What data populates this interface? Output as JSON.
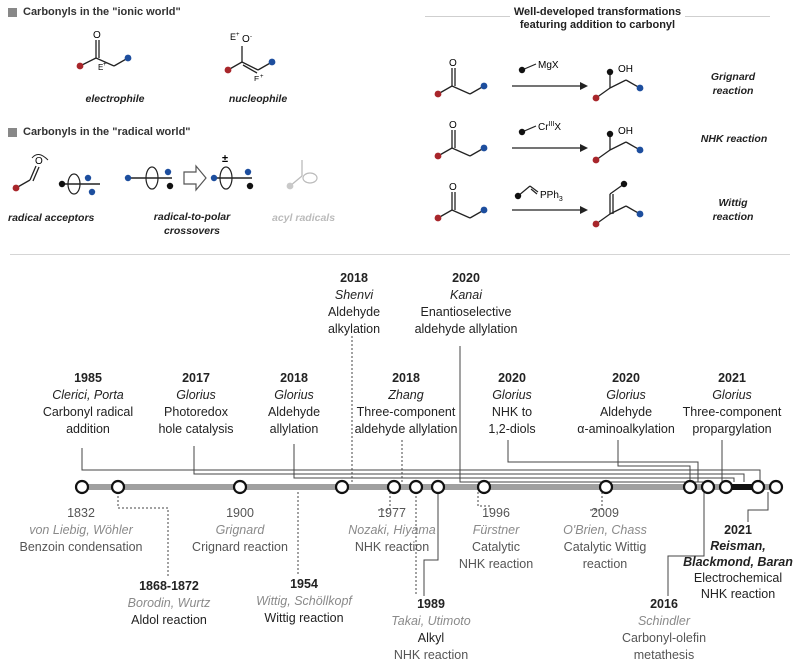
{
  "top_left": {
    "ionic_header": "Carbonyls in the \"ionic world\"",
    "electrophile": "electrophile",
    "nucleophile": "nucleophile",
    "radical_header": "Carbonyls in the \"radical world\"",
    "radical_acceptors": "radical acceptors",
    "crossover_line1": "radical-to-polar",
    "crossover_line2": "crossovers",
    "acyl_radicals": "acyl radicals"
  },
  "top_right": {
    "title_line1": "Well-developed transformations",
    "title_line2": "featuring addition to carbonyl",
    "rows": [
      {
        "reagent": "MgX",
        "name_line1": "Grignard",
        "name_line2": "reaction"
      },
      {
        "reagent": "Cr",
        "reagent_sup": "III",
        "reagent_tail": "X",
        "name_line1": "NHK reaction",
        "name_line2": ""
      },
      {
        "reagent": "PPh",
        "reagent_sub": "3",
        "name_line1": "Wittig",
        "name_line2": "reaction"
      }
    ],
    "oh_label": "OH"
  },
  "timeline_top": [
    {
      "year": "1985",
      "authors": "Clerici, Porta",
      "line1": "Carbonyl radical",
      "line2": "addition"
    },
    {
      "year": "2017",
      "authors": "Glorius",
      "line1": "Photoredox",
      "line2": "hole catalysis"
    },
    {
      "year": "2018",
      "authors": "Glorius",
      "line1": "Aldehyde",
      "line2": "allylation"
    },
    {
      "year": "2018",
      "authors": "Shenvi",
      "line1": "Aldehyde",
      "line2": "alkylation"
    },
    {
      "year": "2018",
      "authors": "Zhang",
      "line1": "Three-component",
      "line2": "aldehyde allylation"
    },
    {
      "year": "2020",
      "authors": "Kanai",
      "line1": "Enantioselective",
      "line2": "aldehyde allylation"
    },
    {
      "year": "2020",
      "authors": "Glorius",
      "line1": "NHK to",
      "line2": "1,2-diols"
    },
    {
      "year": "2020",
      "authors": "Glorius",
      "line1": "Aldehyde",
      "line2": "α-aminoalkylation"
    },
    {
      "year": "2021",
      "authors": "Glorius",
      "line1": "Three-component",
      "line2": "propargylation"
    }
  ],
  "timeline_bottom": [
    {
      "year": "1832",
      "authors": "von Liebig, Wöhler",
      "line1": "Benzoin condensation",
      "line2": ""
    },
    {
      "year": "1868-1872",
      "authors": "Borodin, Wurtz",
      "line1": "Aldol reaction",
      "line2": ""
    },
    {
      "year": "1900",
      "authors": "Grignard",
      "line1": "Crignard reaction",
      "line2": ""
    },
    {
      "year": "1954",
      "authors": "Wittig, Schöllkopf",
      "line1": "Wittig reaction",
      "line2": ""
    },
    {
      "year": "1977",
      "authors": "Nozaki, Hiyama",
      "line1": "NHK reaction",
      "line2": ""
    },
    {
      "year": "1989",
      "authors": "Takai, Utimoto",
      "line1": "Alkyl",
      "line2": "NHK reaction"
    },
    {
      "year": "1996",
      "authors": "Fürstner",
      "line1": "Catalytic",
      "line2": "NHK reaction"
    },
    {
      "year": "2009",
      "authors": "O'Brien, Chass",
      "line1": "Catalytic Wittig",
      "line2": "reaction"
    },
    {
      "year": "2016",
      "authors": "Schindler",
      "line1": "Carbonyl-olefin",
      "line2": "metathesis"
    },
    {
      "year": "2021",
      "authors": "Reisman, Blackmond, Baran",
      "line1": "Electrochemical",
      "line2": "NHK reaction"
    }
  ],
  "colors": {
    "red": "#a8262b",
    "blue": "#1d4e9e",
    "node": "#111111",
    "axis": "#a0a0a0"
  }
}
